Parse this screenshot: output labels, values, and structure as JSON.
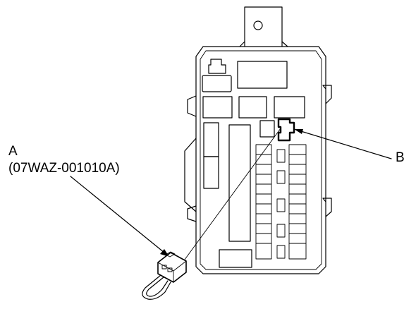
{
  "labels": {
    "a": "A",
    "a_part_number": "(07WAZ-001010A)",
    "b": "B"
  },
  "colors": {
    "line": "#000000",
    "background": "#ffffff"
  }
}
